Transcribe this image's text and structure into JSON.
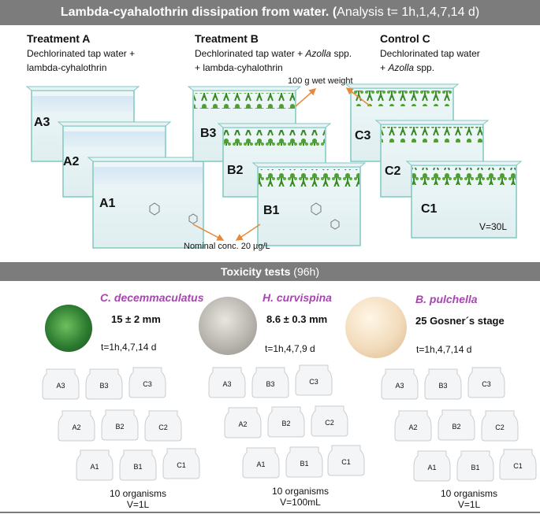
{
  "header": {
    "title_bold": "Lambda-cyahalothrin dissipation from water. (",
    "title_rest": "Analysis t= 1h,1,4,7,14 d)"
  },
  "treatments": [
    {
      "label": "Treatment A",
      "desc_line1": "Dechlorinated tap water +",
      "desc_line2": "lambda-cyhalothrin",
      "desc_italic": ""
    },
    {
      "label": "Treatment B",
      "desc_line1": "Dechlorinated tap water + ",
      "desc_italic": "Azolla",
      "desc_line1_end": " spp.",
      "desc_line2": "+ lambda-cyhalothrin"
    },
    {
      "label": "Control C",
      "desc_line1": "Dechlorinated tap water",
      "desc_line2_pre": "+ ",
      "desc_italic": "Azolla",
      "desc_line2_end": " spp."
    }
  ],
  "tanks": [
    "A3",
    "A2",
    "A1",
    "B3",
    "B2",
    "B1",
    "C3",
    "C2",
    "C1"
  ],
  "notes": {
    "wet_weight": "100 g wet weight",
    "nominal": "Nominal conc. 20 µg/L",
    "volume": "V=30L"
  },
  "toxicity": {
    "title_bold": "Toxicity tests",
    "title_rest": " (96h)"
  },
  "species": [
    {
      "name": "C. decemmaculatus",
      "size": "15 ± 2 mm",
      "times": "t=1h,4,7,14 d",
      "organisms": "10 organisms",
      "volume": "V=1L"
    },
    {
      "name": "H. curvispina",
      "size": "8.6 ± 0.3 mm",
      "times": "t=1h,4,7,9 d",
      "organisms": "10 organisms",
      "volume": "V=100mL"
    },
    {
      "name": "B. pulchella",
      "size": "25 Gosner´s stage",
      "times": "t=1h,4,7,14 d",
      "organisms": "10 organisms",
      "volume": "V=1L"
    }
  ],
  "jars": [
    "A3",
    "B3",
    "C3",
    "A2",
    "B2",
    "C2",
    "A1",
    "B1",
    "C1"
  ],
  "colors": {
    "banner": "#7c7c7c",
    "species": "#a846b0",
    "arrow": "#e8883a",
    "glass": "#7fc8c0",
    "plant": "#3d8a2a"
  }
}
